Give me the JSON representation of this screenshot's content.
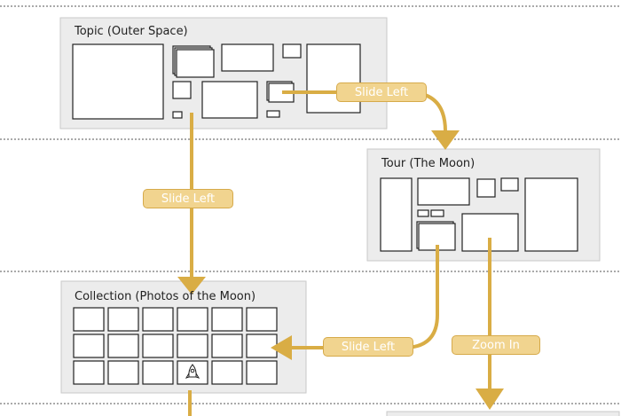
{
  "panels": {
    "topic": "Topic (Outer Space)",
    "tour": "Tour (The Moon)",
    "collection": "Collection (Photos of the Moon)"
  },
  "transitions": {
    "topic_to_tour": "Slide Left",
    "topic_to_collection": "Slide Left",
    "tour_to_collection": "Slide Left",
    "tour_zoom": "Zoom In"
  },
  "colors": {
    "panel_bg": "#ececec",
    "panel_border": "#c9c9c9",
    "arrow": "#d9ad45",
    "pill_bg": "#f1d48f",
    "divider": "#555555"
  },
  "icons": [
    "rocket-icon"
  ]
}
